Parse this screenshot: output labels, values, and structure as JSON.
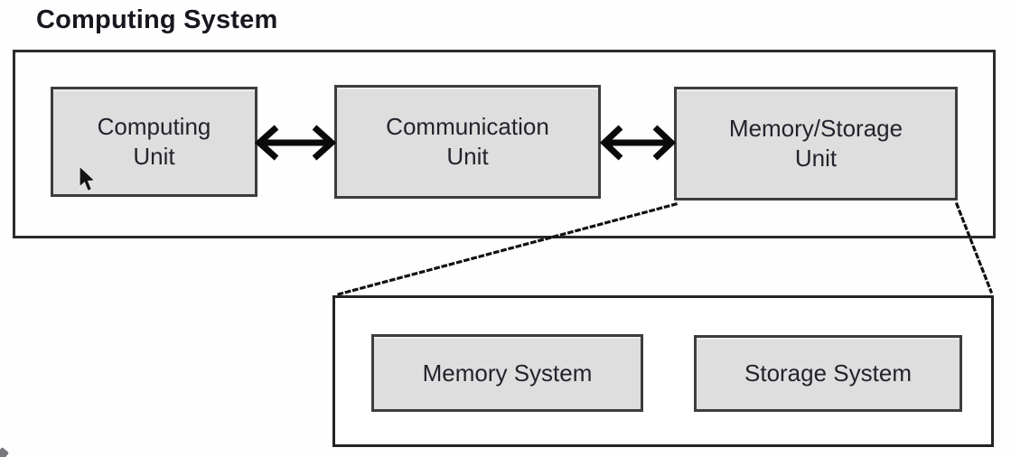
{
  "title": "Computing System",
  "system_box": {
    "name": "Computing System",
    "units": [
      {
        "id": "computing-unit",
        "line1": "Computing",
        "line2": "Unit"
      },
      {
        "id": "communication-unit",
        "line1": "Communication",
        "line2": "Unit"
      },
      {
        "id": "memory-storage-unit",
        "line1": "Memory/Storage",
        "line2": "Unit"
      }
    ],
    "connectors": [
      {
        "type": "double-arrow",
        "between": [
          "computing-unit",
          "communication-unit"
        ]
      },
      {
        "type": "double-arrow",
        "between": [
          "communication-unit",
          "memory-storage-unit"
        ]
      }
    ]
  },
  "detail_box": {
    "expanded_from": "memory-storage-unit",
    "connector_style": "dotted",
    "items": [
      {
        "id": "memory-system",
        "label": "Memory System"
      },
      {
        "id": "storage-system",
        "label": "Storage System"
      }
    ]
  },
  "icons": {
    "cursor": "mouse-pointer-icon",
    "arrows": "double-arrow-icon"
  },
  "colors": {
    "box_fill": "#dedede",
    "box_border": "#3d3d3d",
    "outer_border": "#2b2b2b",
    "text": "#23232c",
    "arrow": "#0a0a0a",
    "background": "#fefefe"
  }
}
